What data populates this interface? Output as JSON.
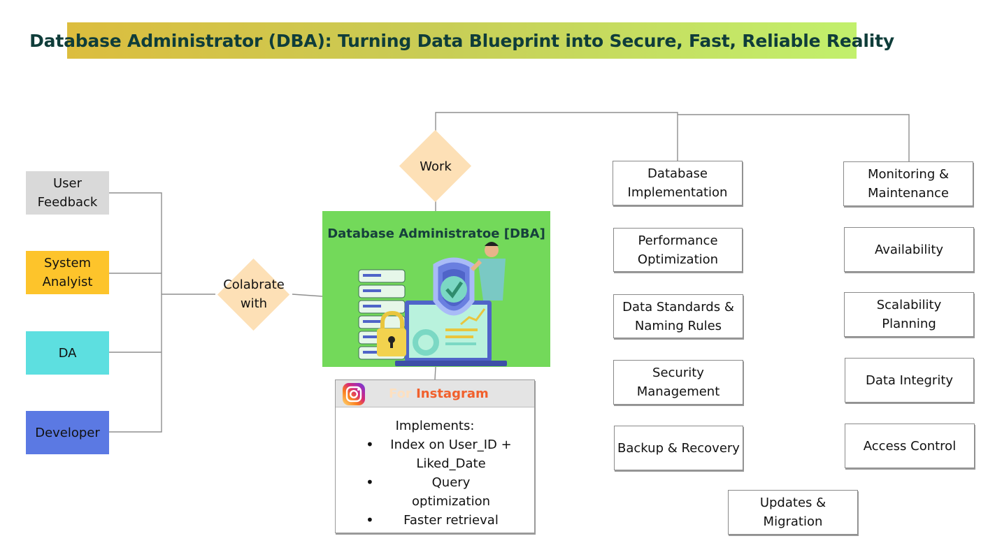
{
  "title": "Database Administrator (DBA): Turning Data Blueprint into Secure, Fast, Reliable Reality",
  "collaborators": [
    {
      "label": "User\nFeedback",
      "color": "#d9d9d9"
    },
    {
      "label": "System\nAnalyist",
      "color": "#fdc42b"
    },
    {
      "label": "DA",
      "color": "#5ddfe0"
    },
    {
      "label": "Developer",
      "color": "#5b79e3"
    }
  ],
  "collab_diamond": "Colabrate\nwith",
  "work_diamond": "Work",
  "center": {
    "title": "Database Administratoe  [DBA]",
    "illustration_icon": "dba-security-illustration",
    "panel_color": "#73d95a"
  },
  "instagram": {
    "icon": "instagram-icon",
    "for_text": "For",
    "brand_text": "Instagram",
    "heading": "Implements:",
    "items": [
      "Index on User_ID +\nLiked_Date",
      "Query\noptimization",
      "Faster retrieval"
    ]
  },
  "work_col1": [
    "Database\nImplementation",
    "Performance\nOptimization",
    "Data Standards &\nNaming Rules",
    "Security\nManagement",
    "Backup & Recovery"
  ],
  "work_col2": [
    "Monitoring &\nMaintenance",
    "Availability",
    "Scalability\nPlanning",
    "Data Integrity",
    "Access Control"
  ],
  "extra_task": "Updates &\nMigration"
}
